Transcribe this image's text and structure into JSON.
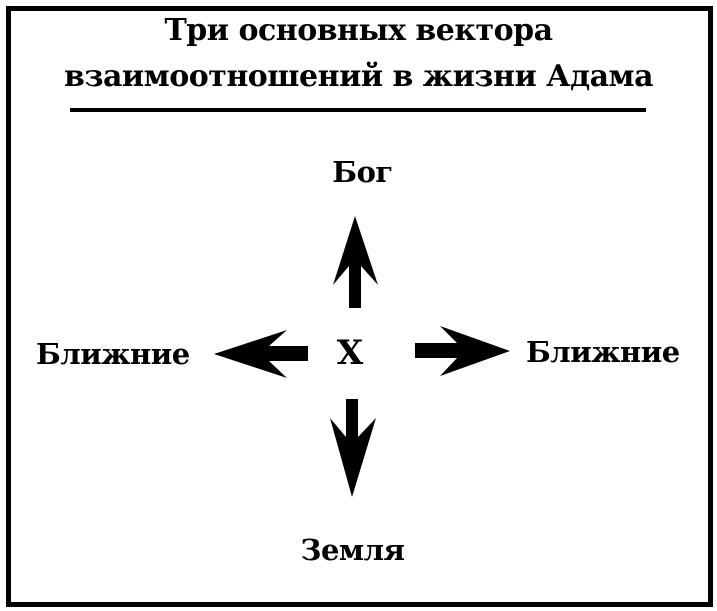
{
  "diagram": {
    "title_line_1": "Три основных вектора",
    "title_line_2": "взаимоотношений в жизни Адама",
    "center_label": "X",
    "top_label": "Бог",
    "bottom_label": "Земля",
    "left_label": "Ближние",
    "right_label": "Ближние"
  },
  "colors": {
    "ink": "#000000",
    "background": "#ffffff"
  }
}
